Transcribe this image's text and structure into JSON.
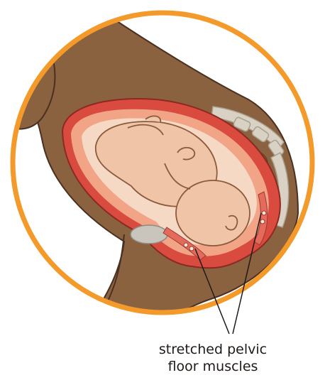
{
  "caption": {
    "line1": "stretched pelvic",
    "line2": "floor muscles"
  },
  "colors": {
    "ring": "#F39A2B",
    "skin": "#8B6240",
    "skin_outline": "#4A3020",
    "uterus_wall": "#D94A3F",
    "uterus_lining": "#F2A487",
    "amniotic": "#F6D9C4",
    "baby": "#F0C4A6",
    "baby_outline": "#8C5A3C",
    "bowel": "#8A6A2E",
    "spine": "#D9D2C4",
    "bladder": "#C9C4BC",
    "pointer_line": "#1f1a17"
  },
  "icons": [
    "pregnant-pelvis-cross-section"
  ]
}
